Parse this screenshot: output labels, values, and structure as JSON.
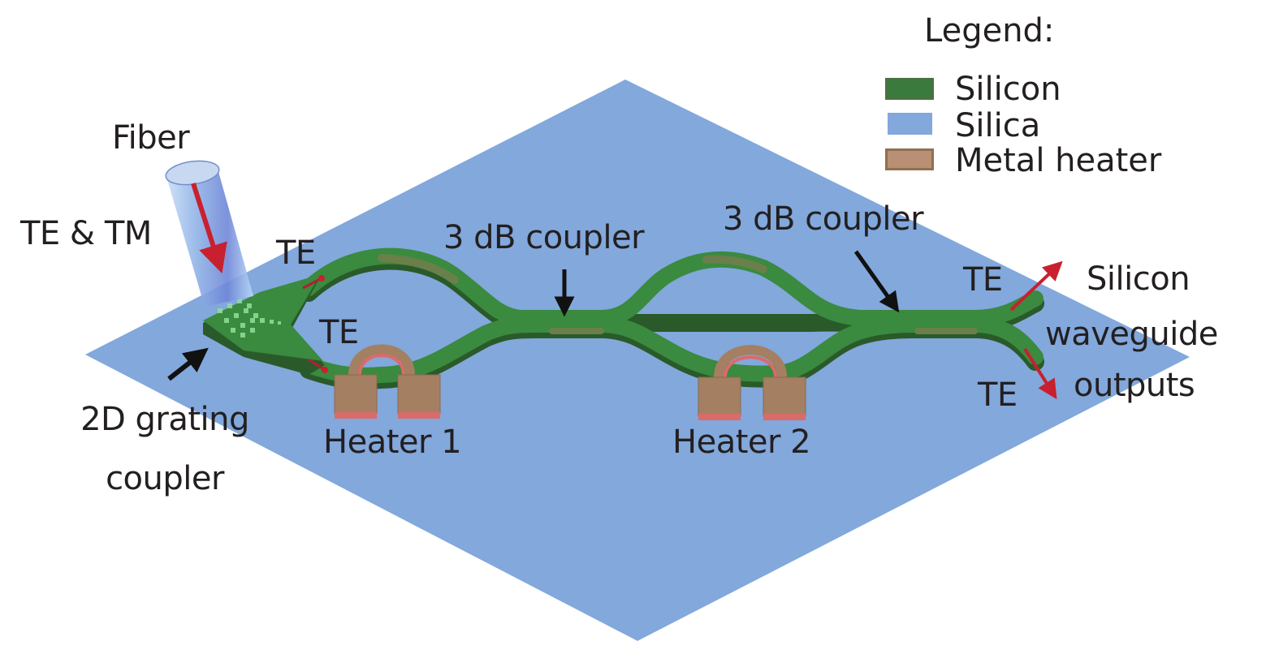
{
  "colors": {
    "silicon": "#3a8a3f",
    "silicon_dark": "#2a6a2e",
    "silicon_shade": "#6b7f4a",
    "silica": "#82a8dc",
    "metal": "#a47f62",
    "metal_edge": "#d96b6b",
    "arrow_red": "#c8202f",
    "arrow_black": "#111111",
    "fiber": "#a9c7ec"
  },
  "legend": {
    "title": "Legend:",
    "items": [
      {
        "label": "Silicon",
        "material": "silicon"
      },
      {
        "label": "Silica",
        "material": "silica"
      },
      {
        "label": "Metal heater",
        "material": "metal"
      }
    ]
  },
  "labels": {
    "fiber": "Fiber",
    "input_modes": "TE & TM",
    "te_top_in": "TE",
    "te_bottom_in": "TE",
    "grating_line1": "2D grating",
    "grating_line2": "coupler",
    "coupler1": "3 dB coupler",
    "coupler2": "3 dB coupler",
    "heater1": "Heater 1",
    "heater2": "Heater 2",
    "te_top_out": "TE",
    "te_bottom_out": "TE",
    "outputs_line1": "Silicon",
    "outputs_line2": "waveguide",
    "outputs_line3": "outputs"
  }
}
